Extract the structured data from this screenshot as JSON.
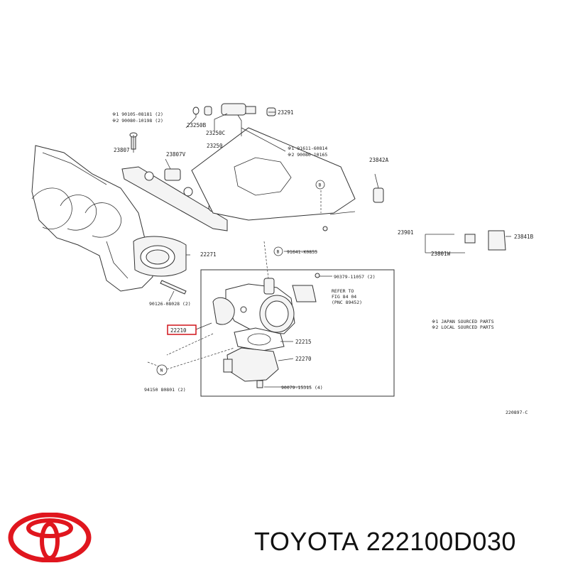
{
  "labels": {
    "l1": "※1 90105-08181 (2)",
    "l2": "※2 90080-10198 (2)",
    "l3": "23807",
    "l4": "23807V",
    "l5": "23250B",
    "l6": "23250C",
    "l7": "23250",
    "l8": "23291",
    "l9": "※1 91611-60814",
    "l10": "※2 90080-10165",
    "l11": "23842A",
    "l12": "23901",
    "l13": "23801W",
    "l14": "23841B",
    "l15": "22271",
    "l16": "91641-K0855",
    "l17": "90379-11057 (2)",
    "l18": "REFER TO",
    "l19": "FIG 84 04",
    "l20": "(PNC 89452)",
    "l21": "90126-08028 (2)",
    "l22": "22210",
    "l23": "22215",
    "l24": "22270",
    "l25": "90079-15315 (4)",
    "l26": "94150 80801 (2)",
    "l27": "※1 JAPAN SOURCED PARTS",
    "l28": "※2 LOCAL SOURCED PARTS",
    "l29": "220897-C",
    "b1": "B",
    "b2": "B",
    "n1": "N"
  },
  "brand": {
    "name": "TOYOTA",
    "part_number": "222100D030",
    "logo": "toyota-logo",
    "logo_color": "#e0161e"
  }
}
